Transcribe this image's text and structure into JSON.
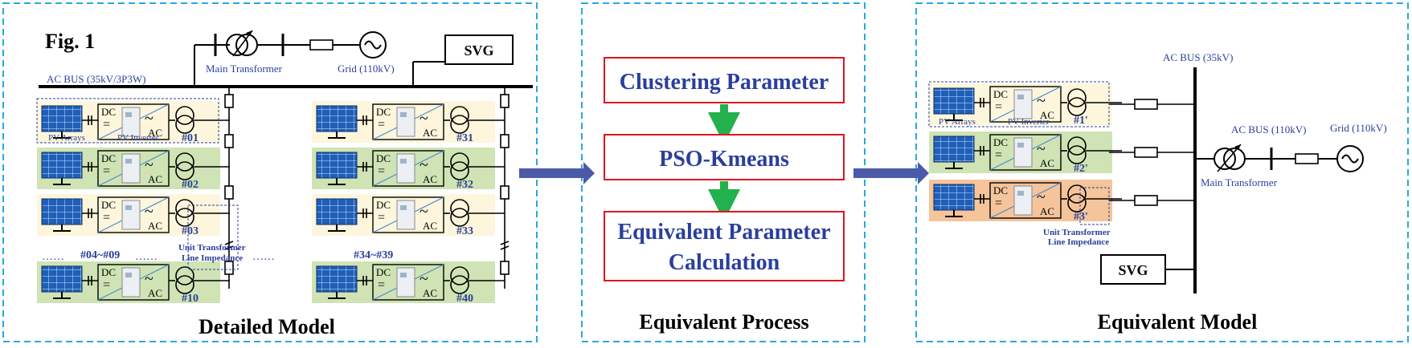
{
  "figure_label": "Fig. 1",
  "detailed": {
    "title": "Detailed Model",
    "ac_bus_label": "AC BUS (35kV/3P3W)",
    "main_transformer_label": "Main Transformer",
    "grid_label": "Grid (110kV)",
    "svg_label": "SVG",
    "pv_arrays_label": "PV Arrays",
    "pv_inverter_label": "PV Inverter",
    "unit_transformer_label": "Unit Transformer",
    "line_impedance_label": "Line Impedance",
    "left_units": [
      "#01",
      "#02",
      "#03",
      "#10"
    ],
    "right_units": [
      "#31",
      "#32",
      "#33",
      "#40"
    ],
    "left_gap_label": "#04~#09",
    "right_gap_label": "#34~#39",
    "dots": "……",
    "mid_dots": "……"
  },
  "inverter": {
    "dc": "DC",
    "ac": "AC",
    "ac_symbol": "~",
    "dc_symbol": "="
  },
  "process": {
    "title": "Equivalent Process",
    "steps": [
      "Clustering Parameter",
      "PSO-Kmeans",
      "Equivalent Parameter",
      "Calculation"
    ]
  },
  "equivalent": {
    "title": "Equivalent Model",
    "ac_bus_35_label": "AC BUS (35kV)",
    "ac_bus_110_label": "AC BUS (110kV)",
    "grid_label": "Grid (110kV)",
    "main_transformer_label": "Main Transformer",
    "svg_label": "SVG",
    "pv_arrays_label": "PV Arrays",
    "pv_inverter_label": "PV Inverter",
    "unit_transformer_label": "Unit Transformer",
    "line_impedance_label": "Line Impedance",
    "units": [
      "#1'",
      "#2'",
      "#3'"
    ]
  },
  "colors": {
    "panel_border": "#29a8e0",
    "bus": "#000000",
    "label_blue": "#2a3f9c",
    "red_box": "#e0141c",
    "down_arrow": "#22b14c",
    "right_arrow": "#4a5aa8",
    "cream": "#fdf6dc",
    "green": "#cfe3b4",
    "orange": "#f5c49a",
    "pv_cell": "#1f5fb8"
  }
}
